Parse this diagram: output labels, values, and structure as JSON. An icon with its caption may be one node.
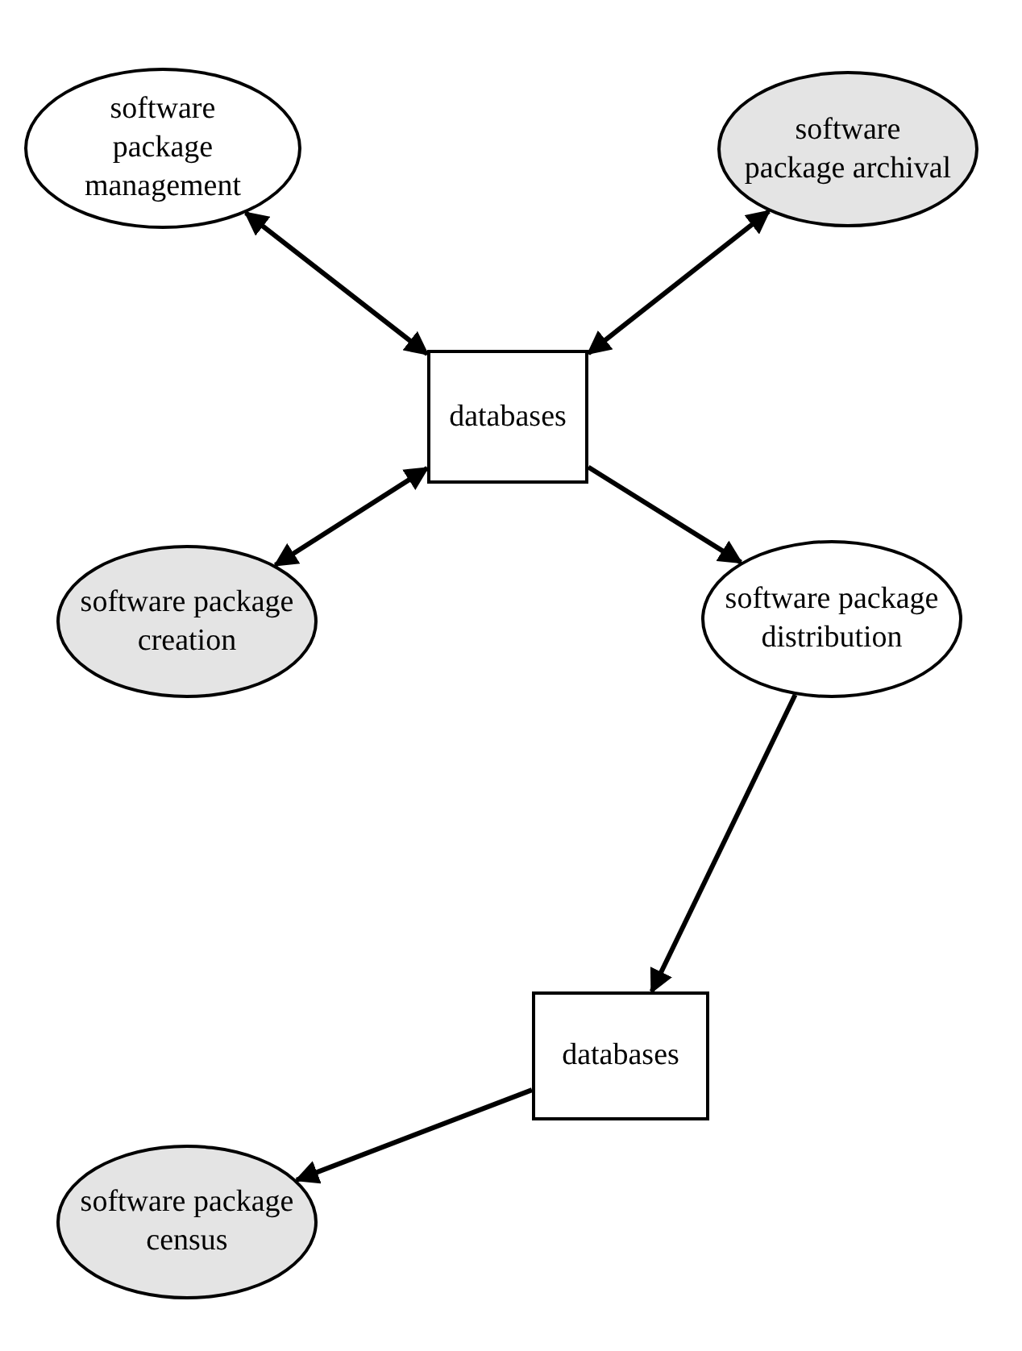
{
  "diagram": {
    "nodes": [
      {
        "text": [
          "software package management"
        ]
      },
      {
        "text": [
          "software package archival"
        ]
      },
      {
        "text": [
          "databases"
        ]
      },
      {
        "text": [
          "software package creation"
        ]
      },
      {
        "text": [
          "software package distribution"
        ]
      },
      {
        "text": [
          "databases"
        ]
      },
      {
        "text": [
          "software package census"
        ]
      }
    ],
    "edges": [
      {
        "from": 0,
        "to": 2,
        "arrow": "both"
      },
      {
        "from": 1,
        "to": 2,
        "arrow": "both"
      },
      {
        "from": 3,
        "to": 2,
        "arrow": "both"
      },
      {
        "from": 2,
        "to": 4,
        "arrow": "to"
      },
      {
        "from": 4,
        "to": 5,
        "arrow": "to"
      },
      {
        "from": 5,
        "to": 6,
        "arrow": "to"
      }
    ]
  }
}
